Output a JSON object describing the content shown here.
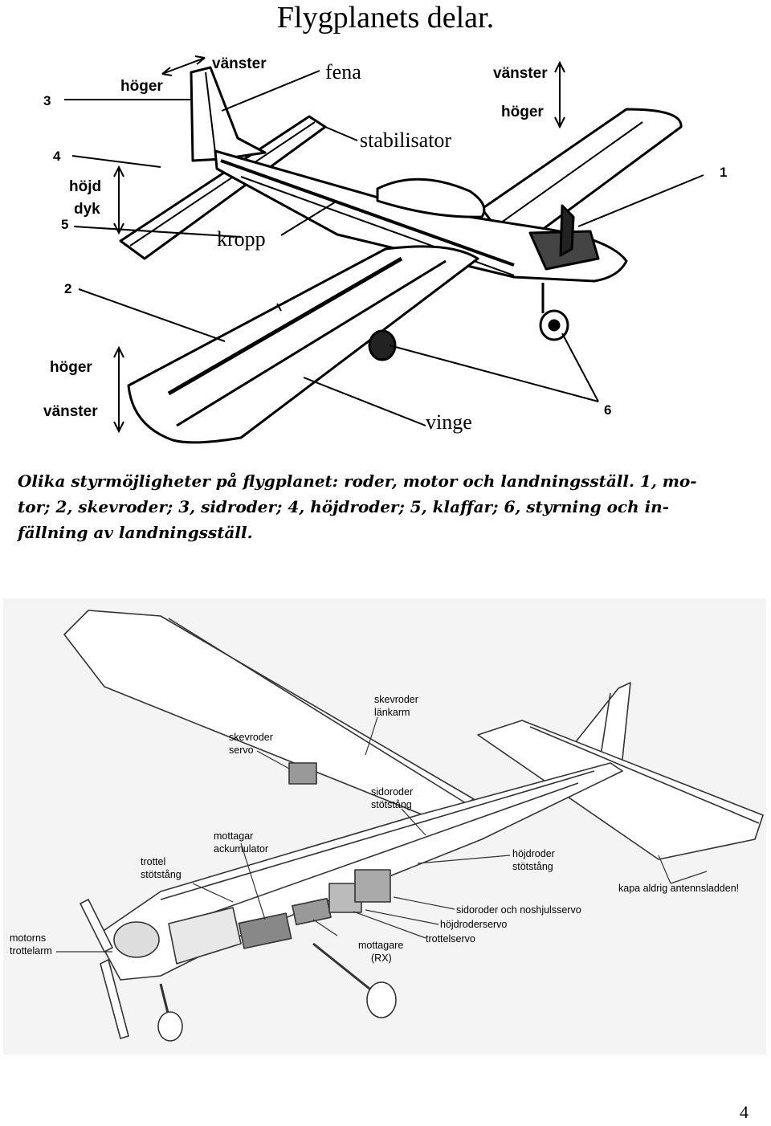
{
  "title": "Flygplanets delar.",
  "figure1": {
    "labels": {
      "fena": "fena",
      "stabilisator": "stabilisator",
      "kropp": "kropp",
      "vinge": "vinge"
    },
    "numbers": [
      "1",
      "2",
      "3",
      "4",
      "5",
      "6"
    ],
    "directions": {
      "hoger_top": "höger",
      "vanster_top": "vänster",
      "vanster_right": "vänster",
      "hoger_right": "höger",
      "hojd": "höjd",
      "dyk": "dyk",
      "hoger_left": "höger",
      "vanster_left": "vänster"
    },
    "caption": [
      "Olika styrmöjligheter på flygplanet: roder, motor och landningsställ. 1, mo-",
      "tor; 2, skevroder; 3, sidroder; 4, höjdroder; 5, klaffar; 6, styrning och in-",
      "fällning av landningsställ."
    ]
  },
  "figure2": {
    "labels": {
      "skevroder_lankarm_1": "skevroder",
      "skevroder_lankarm_2": "länkarm",
      "skevroder_servo_1": "skevroder",
      "skevroder_servo_2": "servo",
      "sidoroder_stotstang_1": "sidoroder",
      "sidoroder_stotstang_2": "stötstång",
      "mottagar_ackumulator_1": "mottagar",
      "mottagar_ackumulator_2": "ackumulator",
      "trottel_stotstang_1": "trottel",
      "trottel_stotstang_2": "stötstång",
      "hojdroder_stotstang_1": "höjdroder",
      "hojdroder_stotstang_2": "stötstång",
      "kapa_aldrig": "kapa aldrig antennsladden!",
      "sidoroder_noshjulsservo": "sidoroder och noshjulsservo",
      "hojdroderservo": "höjdroderservo",
      "trottelservo": "trottelservo",
      "mottagare_1": "mottagare",
      "mottagare_2": "(RX)",
      "motorns_trottelarm_1": "motorns",
      "motorns_trottelarm_2": "trottelarm"
    }
  },
  "page_number": "4"
}
